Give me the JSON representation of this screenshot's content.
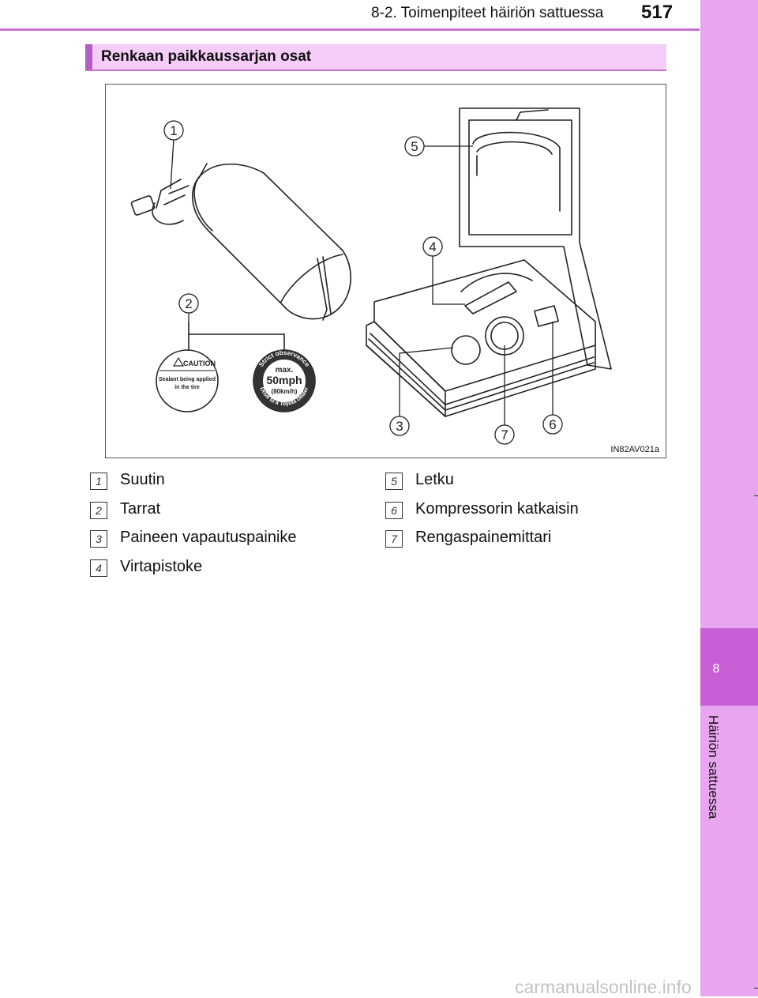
{
  "header": {
    "section_title": "8-2. Toimenpiteet häiriön sattuessa",
    "page_number": "517"
  },
  "side_tab": {
    "chapter_number": "8",
    "chapter_title": "Häiriön sattuessa"
  },
  "heading": "Renkaan paikkaussarjan osat",
  "figure": {
    "code": "IN82AV021a",
    "callouts": [
      "1",
      "2",
      "3",
      "4",
      "5",
      "6",
      "7"
    ],
    "caution_sticker": {
      "title": "CAUTION",
      "line1": "Sealant being applied",
      "line2": "in the tire"
    },
    "speed_sticker": {
      "top_arc": "Strict observance",
      "max": "max.",
      "speed": "50mph",
      "metric": "(80km/h)",
      "bottom_arc": "Drive to a Toyota Dealer"
    }
  },
  "legend": [
    {
      "num": "1",
      "label": "Suutin"
    },
    {
      "num": "2",
      "label": "Tarrat"
    },
    {
      "num": "3",
      "label": "Paineen vapautuspainike"
    },
    {
      "num": "4",
      "label": "Virtapistoke"
    },
    {
      "num": "5",
      "label": "Letku"
    },
    {
      "num": "6",
      "label": "Kompressorin katkaisin"
    },
    {
      "num": "7",
      "label": "Rengaspainemittari"
    }
  ],
  "watermark": "carmanualsonline.info",
  "colors": {
    "accent": "#c86fd1",
    "heading_bg": "#f6cdf8",
    "tab_light": "#e7a6ef",
    "tab_dark": "#c85fd6"
  }
}
